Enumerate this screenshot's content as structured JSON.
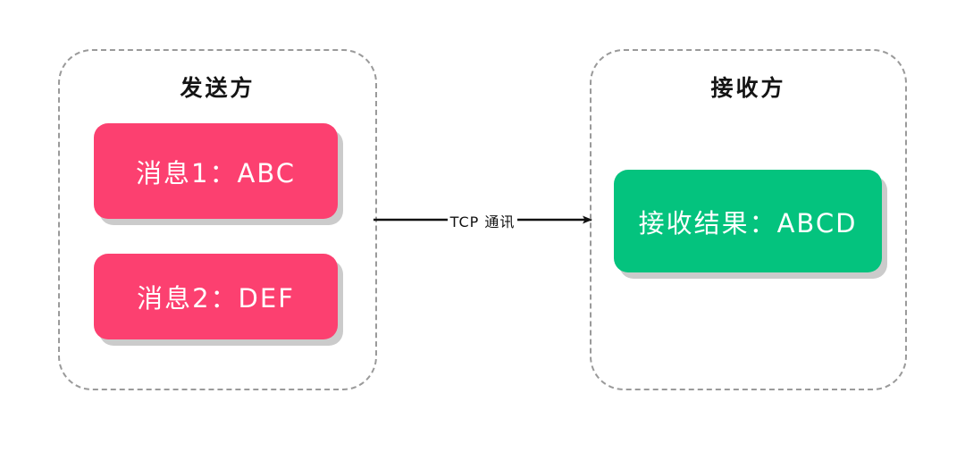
{
  "diagram": {
    "title_sender": "发送方",
    "title_receiver": "接收方",
    "sender_messages": [
      {
        "label": "消息1：ABC"
      },
      {
        "label": "消息2：DEF"
      }
    ],
    "receiver_result": {
      "label": "接收结果：ABCD"
    },
    "connector": {
      "label": "TCP 通讯",
      "direction": "left-to-right",
      "arrowhead": "arrow-right-icon"
    },
    "colors": {
      "message_card": "#fc4070",
      "result_card": "#04c37e",
      "panel_border": "#9a9a9a",
      "card_text": "#ffffff",
      "title_text": "#141414",
      "connector_line": "#111111",
      "card_shadow": "#a0a0a0",
      "background": "#ffffff"
    }
  }
}
